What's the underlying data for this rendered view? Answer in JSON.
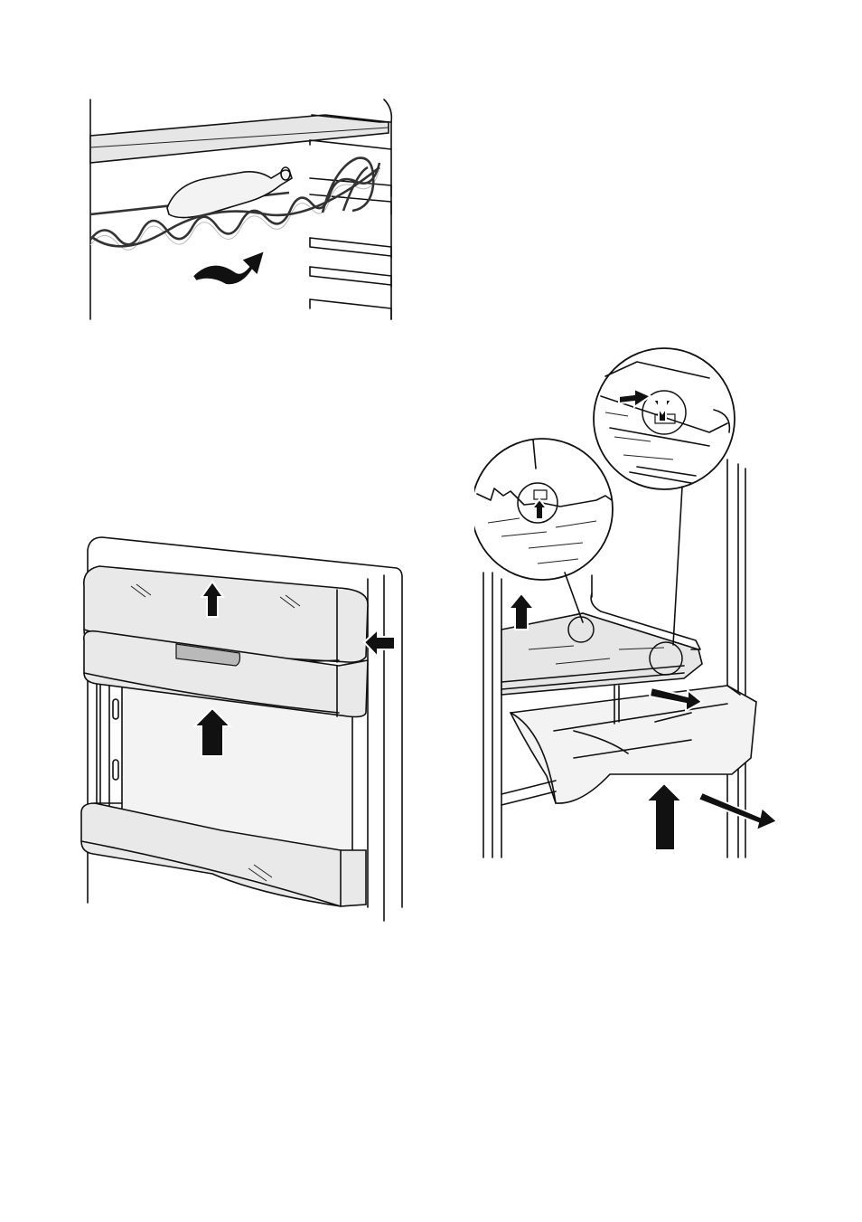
{
  "page": {
    "background": "#ffffff",
    "ink": "#111111",
    "shade": "#e9e9e9"
  },
  "figures": [
    {
      "id": "bottle-rack",
      "icons": [
        "shelf-icon",
        "bottle-icon",
        "wire-rack-icon",
        "rotate-arrow-icon"
      ]
    },
    {
      "id": "door-shelves",
      "icons": [
        "door-shelf-icon",
        "up-arrow-icon",
        "push-arrow-icon"
      ]
    },
    {
      "id": "freezer-drawer",
      "icons": [
        "drawer-icon",
        "glass-shelf-icon",
        "magnifier-icon",
        "pull-arrow-icon"
      ]
    }
  ]
}
